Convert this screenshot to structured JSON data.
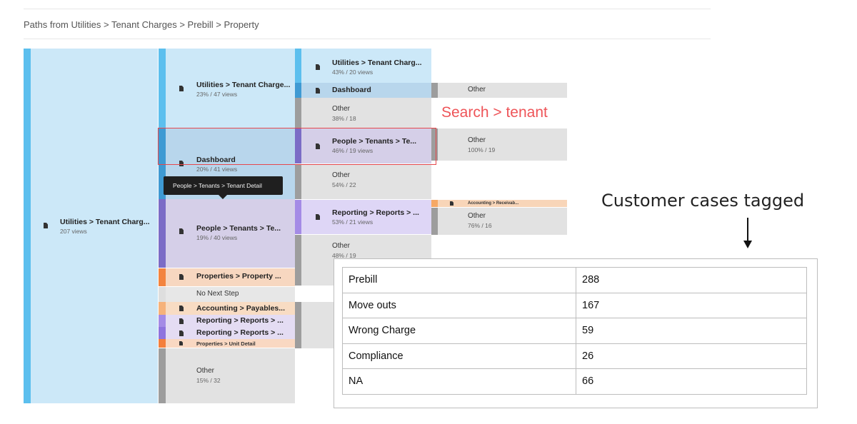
{
  "breadcrumb": "Paths from Utilities > Tenant Charges > Prebill > Property",
  "colors": {
    "blue": "#5cbfee",
    "blue_light": "#cce8f8",
    "blue_selected": "#b8d6ec",
    "purple": "#7b6cc6",
    "purple_light": "#d5cfe8",
    "orange": "#f3843f",
    "orange_light": "#f7d7c0",
    "gray": "#e2e2e2",
    "gray_bar": "#9d9d9d",
    "annotation_red": "#ee5458"
  },
  "root": {
    "title": "Utilities > Tenant Charg...",
    "sub": "207 views",
    "icon": "page-icon"
  },
  "step1": {
    "n1": {
      "title": "Utilities > Tenant Charge...",
      "sub": "23% / 47 views"
    },
    "n2": {
      "title": "Dashboard",
      "sub": "20% / 41 views"
    },
    "n3": {
      "title": "People > Tenants > Te...",
      "sub": "19% / 40 views"
    },
    "n4": {
      "title": "Properties > Property ..."
    },
    "n5": {
      "title": "No Next Step"
    },
    "n6": {
      "title": "Accounting > Payables..."
    },
    "n7": {
      "title": "Reporting > Reports > ..."
    },
    "n8": {
      "title": "Reporting > Reports > ..."
    },
    "n9": {
      "title": "Properties > Unit Detail"
    },
    "n10": {
      "title": "Other",
      "sub": "15% / 32"
    }
  },
  "step2": {
    "a1": {
      "title": "Utilities > Tenant Charg...",
      "sub": "43% / 20 views"
    },
    "a2": {
      "title": "Dashboard"
    },
    "a3": {
      "title": "Other",
      "sub": "38% / 18"
    },
    "b1": {
      "title": "People > Tenants > Te...",
      "sub": "46% / 19 views"
    },
    "b2": {
      "title": "Other",
      "sub": "54% / 22"
    },
    "c1": {
      "title": "Reporting > Reports > ...",
      "sub": "53% / 21 views"
    },
    "c2": {
      "title": "Other",
      "sub": "48% / 19"
    }
  },
  "step3": {
    "a": {
      "title": "Other"
    },
    "b": {
      "title": "Other",
      "sub": "100% / 19"
    },
    "c1": {
      "title": "Accounting > Receivab..."
    },
    "c2": {
      "title": "Other",
      "sub": "76% / 16"
    }
  },
  "tooltip": "People > Tenants > Tenant Detail",
  "annotations": {
    "search": "Search > tenant",
    "cases_title": "Customer cases tagged"
  },
  "cases": [
    {
      "label": "Prebill",
      "count": "288"
    },
    {
      "label": "Move outs",
      "count": "167"
    },
    {
      "label": "Wrong Charge",
      "count": "59"
    },
    {
      "label": "Compliance",
      "count": "26"
    },
    {
      "label": "NA",
      "count": "66"
    }
  ]
}
